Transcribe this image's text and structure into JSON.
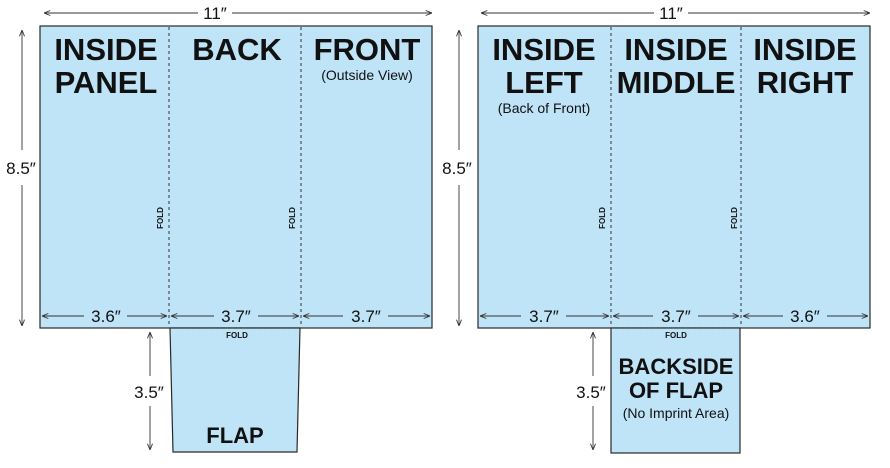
{
  "colors": {
    "panel": "#bfe3f7",
    "stroke": "#2a2a2a"
  },
  "left": {
    "width_label": "11″",
    "height_label": "8.5″",
    "panels": [
      {
        "line1": "INSIDE",
        "line2": "PANEL",
        "sub": ""
      },
      {
        "line1": "BACK",
        "line2": "",
        "sub": ""
      },
      {
        "line1": "FRONT",
        "line2": "",
        "sub": "(Outside View)"
      }
    ],
    "panel_widths": [
      "3.6″",
      "3.7″",
      "3.7″"
    ],
    "fold_label": "FOLD",
    "flap": {
      "line1": "FLAP",
      "line2": "",
      "sub": "",
      "height_label": "3.5″"
    }
  },
  "right": {
    "width_label": "11″",
    "height_label": "8.5″",
    "panels": [
      {
        "line1": "INSIDE",
        "line2": "LEFT",
        "sub": "(Back of Front)"
      },
      {
        "line1": "INSIDE",
        "line2": "MIDDLE",
        "sub": ""
      },
      {
        "line1": "INSIDE",
        "line2": "RIGHT",
        "sub": ""
      }
    ],
    "panel_widths": [
      "3.7″",
      "3.7″",
      "3.6″"
    ],
    "fold_label": "FOLD",
    "flap": {
      "line1": "BACKSIDE",
      "line2": "OF FLAP",
      "sub": "(No Imprint Area)",
      "height_label": "3.5″"
    }
  }
}
